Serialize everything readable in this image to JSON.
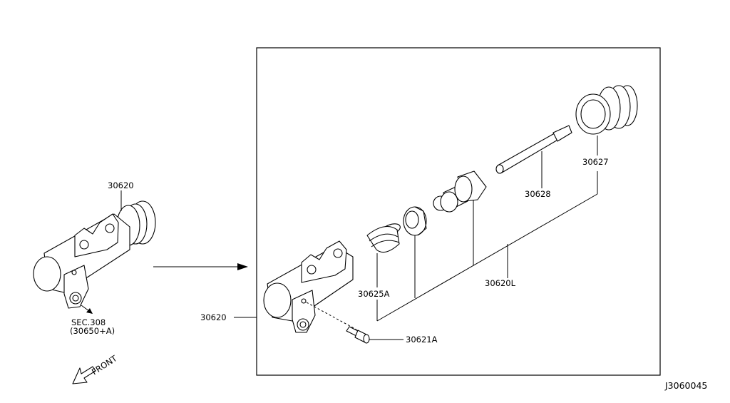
{
  "labels": {
    "left_assembly": "30620",
    "sec_ref": "SEC.308",
    "sec_ref_sub": "(30650+A)",
    "front": "FRONT",
    "box_assembly": "30620",
    "boot": "30625A",
    "kit": "30620L",
    "push_rod": "30628",
    "piston_cup": "30627",
    "bleeder": "30621A",
    "diagram_code": "J3060045"
  }
}
